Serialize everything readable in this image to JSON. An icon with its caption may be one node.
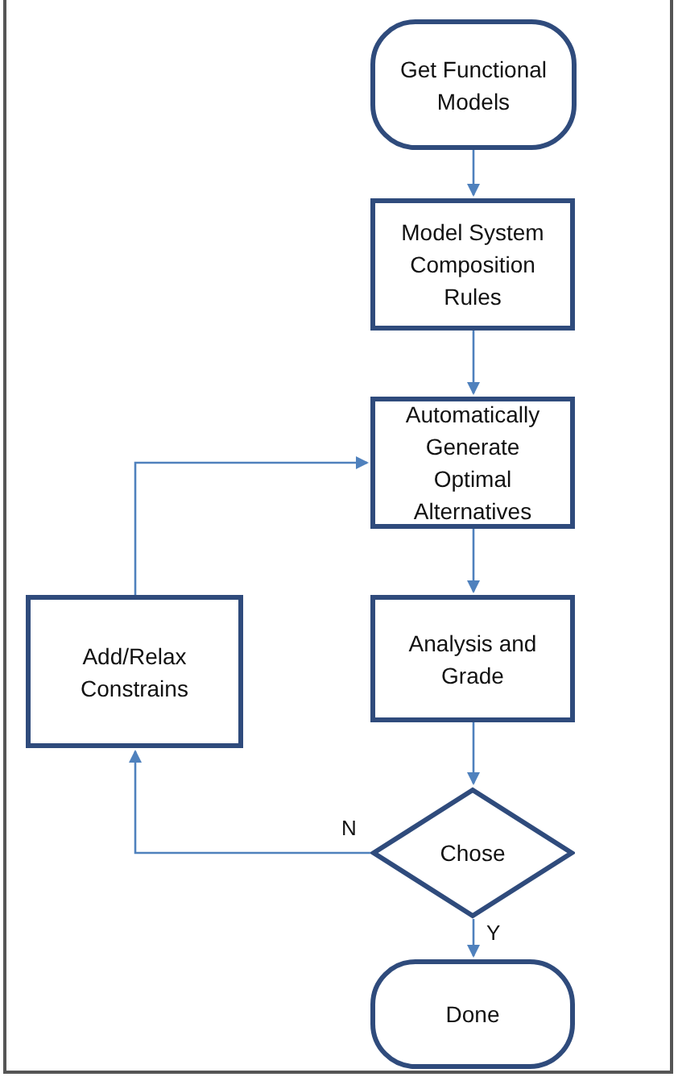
{
  "diagram": {
    "nodes": [
      {
        "text": [
          "Get Functional Models"
        ]
      },
      {
        "text": [
          "Model System Composition Rules"
        ]
      },
      {
        "text": [
          "Automatically Generate Optimal Alternatives"
        ]
      },
      {
        "text": [
          "Analysis and Grade"
        ]
      },
      {
        "text": [
          "Add/Relax Constrains"
        ]
      },
      {
        "text": [
          "Chose"
        ]
      },
      {
        "text": [
          "Done"
        ]
      }
    ],
    "edges": [
      {
        "from": 0,
        "to": 1,
        "arrow": "to"
      },
      {
        "from": 1,
        "to": 2,
        "arrow": "to"
      },
      {
        "from": 2,
        "to": 3,
        "arrow": "to"
      },
      {
        "from": 3,
        "to": 5,
        "arrow": "to"
      },
      {
        "from": 5,
        "to": 6,
        "arrow": "to",
        "label": "Y"
      },
      {
        "from": 5,
        "to": 4,
        "arrow": "to",
        "label": "N"
      },
      {
        "from": 4,
        "to": 2,
        "arrow": "to"
      }
    ]
  }
}
